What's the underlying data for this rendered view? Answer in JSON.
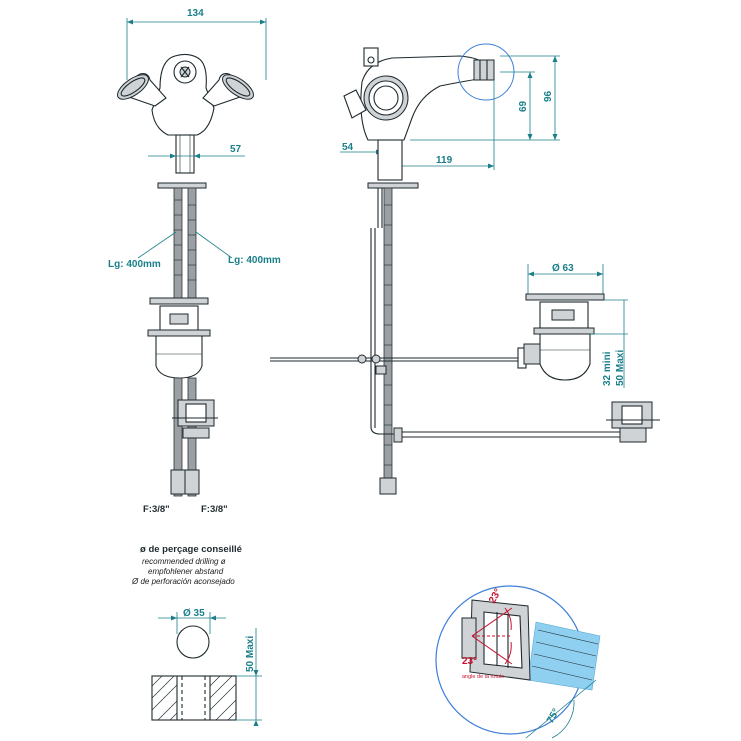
{
  "dims": {
    "width_134": "134",
    "offset_57": "57",
    "offset_54": "54",
    "reach_119": "119",
    "height_69": "69",
    "height_96": "96",
    "drain_dia": "Ø 63",
    "drain_min": "32 mini",
    "drain_max": "50 Maxi",
    "hole_dia": "Ø 35",
    "deck_max": "50 Maxi"
  },
  "hoses": {
    "left_length": "Lg: 400mm",
    "right_length": "Lg: 400mm",
    "left_fitting": "F:3/8\"",
    "right_fitting": "F:3/8\""
  },
  "drilling": {
    "title": "ø de perçage conseillé",
    "line_en": "recommended drilling ø",
    "line_de": "empfohlener abstand",
    "line_es": "Ø de perforación aconsejado"
  },
  "spray_detail": {
    "angle_top": "23°",
    "angle_bottom": "23°",
    "caption": "angle de la rotule",
    "angle_75": "75°"
  },
  "colors": {
    "dimension": "#1a7f8a",
    "outline": "#1e2a2e",
    "highlight": "#c8102e",
    "detail_circle": "#3f7fd8",
    "spray": "#8fd0f0"
  }
}
